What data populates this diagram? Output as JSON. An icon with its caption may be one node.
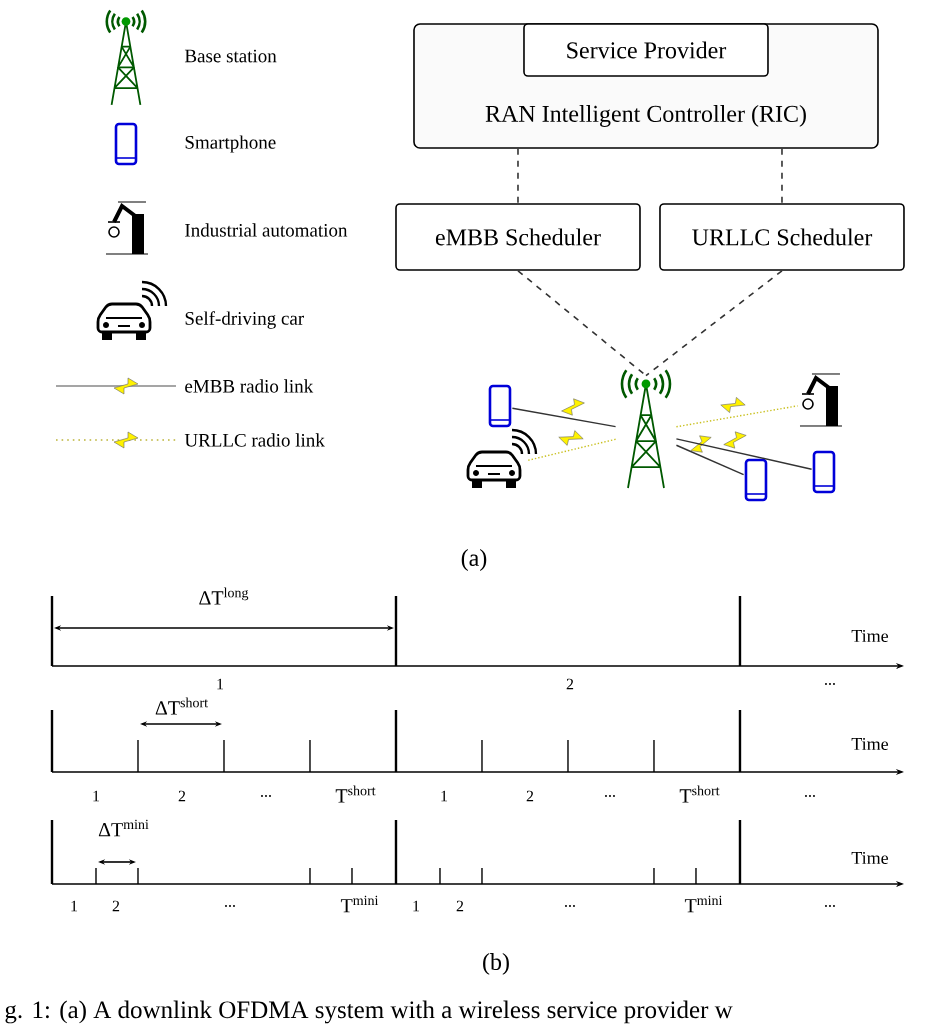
{
  "diagram": {
    "caption": "g. 1: (a) A downlink OFDMA system with a wireless service provider w",
    "nodes": [
      {
        "text": [
          "RAN Intelligent Controller (RIC)"
        ]
      },
      {
        "text": [
          "Service Provider"
        ],
        "in": 0
      },
      {
        "text": [
          "eMBB Scheduler"
        ]
      },
      {
        "text": [
          "URLLC Scheduler"
        ]
      },
      {
        "text": [],
        "shape": "picture"
      },
      {
        "text": [],
        "shape": "picture"
      },
      {
        "text": [],
        "shape": "picture"
      },
      {
        "text": [],
        "shape": "picture"
      },
      {
        "text": [],
        "shape": "picture"
      },
      {
        "text": [],
        "shape": "picture"
      }
    ],
    "edges": [
      {
        "from": 0,
        "to": 2,
        "arrow": "none",
        "style": "dashed"
      },
      {
        "from": 0,
        "to": 3,
        "arrow": "none",
        "style": "dashed"
      },
      {
        "from": 2,
        "to": 4,
        "arrow": "none",
        "style": "dashed"
      },
      {
        "from": 3,
        "to": 4,
        "arrow": "none",
        "style": "dashed"
      },
      {
        "from": 4,
        "to": 5,
        "arrow": "none"
      },
      {
        "from": 4,
        "to": 6,
        "arrow": "none",
        "style": "dashed",
        "color": "#c9c020"
      },
      {
        "from": 4,
        "to": 7,
        "arrow": "none",
        "style": "dashed",
        "color": "#c9c020"
      },
      {
        "from": 4,
        "to": 8,
        "arrow": "none"
      },
      {
        "from": 4,
        "to": 9,
        "arrow": "none"
      }
    ],
    "labels": [
      "(a)",
      "ΔT$^{long}$",
      "Time",
      "1",
      "2",
      "...",
      "ΔT$^{short}$",
      "Time",
      "1",
      "2",
      "...",
      "T$^{short}$",
      "1",
      "2",
      "...",
      "T$^{short}$",
      "...",
      "ΔT$^{mini}$",
      "Time",
      "1",
      "2",
      "...",
      "T$^{mini}$",
      "1",
      "2",
      "...",
      "T$^{mini}$",
      "...",
      "(b)"
    ],
    "legend": [
      {
        "text": "Base station"
      },
      {
        "text": "Smartphone"
      },
      {
        "text": "Industrial automation"
      },
      {
        "text": "Self-driving car"
      },
      {
        "text": "eMBB radio link"
      },
      {
        "text": "URLLC radio link"
      }
    ]
  }
}
